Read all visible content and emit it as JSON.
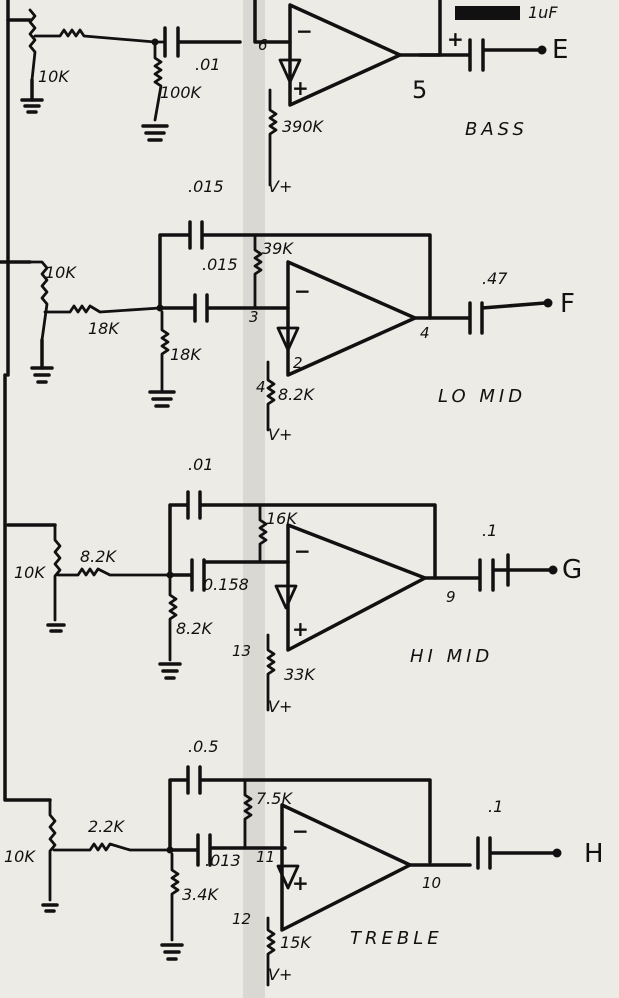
{
  "sections": {
    "bass": {
      "name": "BASS",
      "output": "E",
      "pot": "10K",
      "shunt_resistor": "100K",
      "input_cap": ".01",
      "bias_resistor": "390K",
      "supply": "V+",
      "pin_neg": "6",
      "pin_out": "5",
      "out_cap": "1uF",
      "out_cap_polarity": "+"
    },
    "lo_mid": {
      "name": "LO MID",
      "output": "F",
      "pot": "10K",
      "series_resistor": "18K",
      "feedback_cap": ".015",
      "input_cap": ".015",
      "feedback_resistor": "39K",
      "shunt_resistor": "18K",
      "bias_resistor": "8.2K",
      "supply": "V+",
      "pin_neg": "3",
      "pin_pos": "2",
      "pin_bias": "4",
      "pin_out": "4",
      "out_cap": ".47"
    },
    "hi_mid": {
      "name": "HI MID",
      "output": "G",
      "pot": "10K",
      "series_resistor": "8.2K",
      "feedback_cap": ".01",
      "input_cap": "0.158",
      "feedback_resistor": "16K",
      "shunt_resistor": "8.2K",
      "bias_resistor": "33K",
      "supply": "V+",
      "pin_bias": "13",
      "pin_out": "9",
      "out_cap": ".1"
    },
    "treble": {
      "name": "TREBLE",
      "output": "H",
      "pot": "10K",
      "series_resistor": "2.2K",
      "feedback_cap": ".0.5",
      "input_cap": ".013",
      "feedback_resistor": "7.5K",
      "shunt_resistor": "3.4K",
      "bias_resistor": "15K",
      "supply": "V+",
      "pin_neg": "11",
      "pin_bias": "12",
      "pin_out": "10",
      "out_cap": ".1"
    }
  },
  "symbols": {
    "minus": "−",
    "plus": "+"
  }
}
